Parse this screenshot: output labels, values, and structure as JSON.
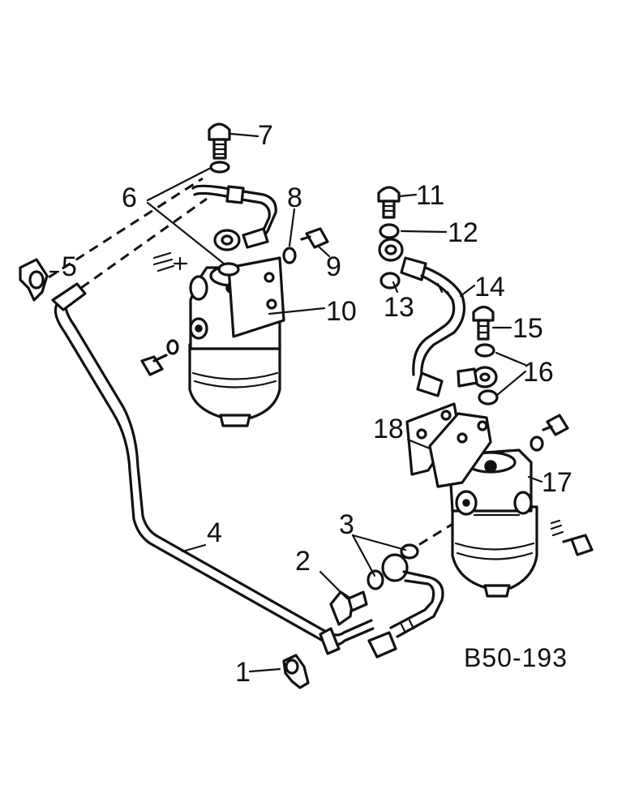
{
  "diagram": {
    "code": "B50-193",
    "labels": [
      "1",
      "2",
      "3",
      "4",
      "5",
      "6",
      "7",
      "8",
      "9",
      "10",
      "11",
      "12",
      "13",
      "14",
      "15",
      "16",
      "17",
      "18"
    ]
  }
}
